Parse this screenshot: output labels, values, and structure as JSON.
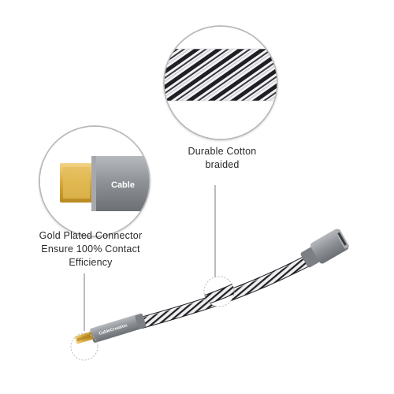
{
  "labels": {
    "braid": [
      "Durable Cotton",
      "braided"
    ],
    "connector": [
      "Gold Plated Connector",
      "Ensure 100% Contact",
      "Efficiency"
    ]
  },
  "connector_closeup_text": "Cable",
  "connector_body_brand": "CableCreation",
  "colors": {
    "background": "#ffffff",
    "housing": "#8c8f94",
    "gold": "#d6a93a",
    "braid_dark": "#1f1f24",
    "braid_light": "#f3f3f5",
    "callout_line": "#7a7a7a",
    "circle_border": "#b8b8b8"
  }
}
